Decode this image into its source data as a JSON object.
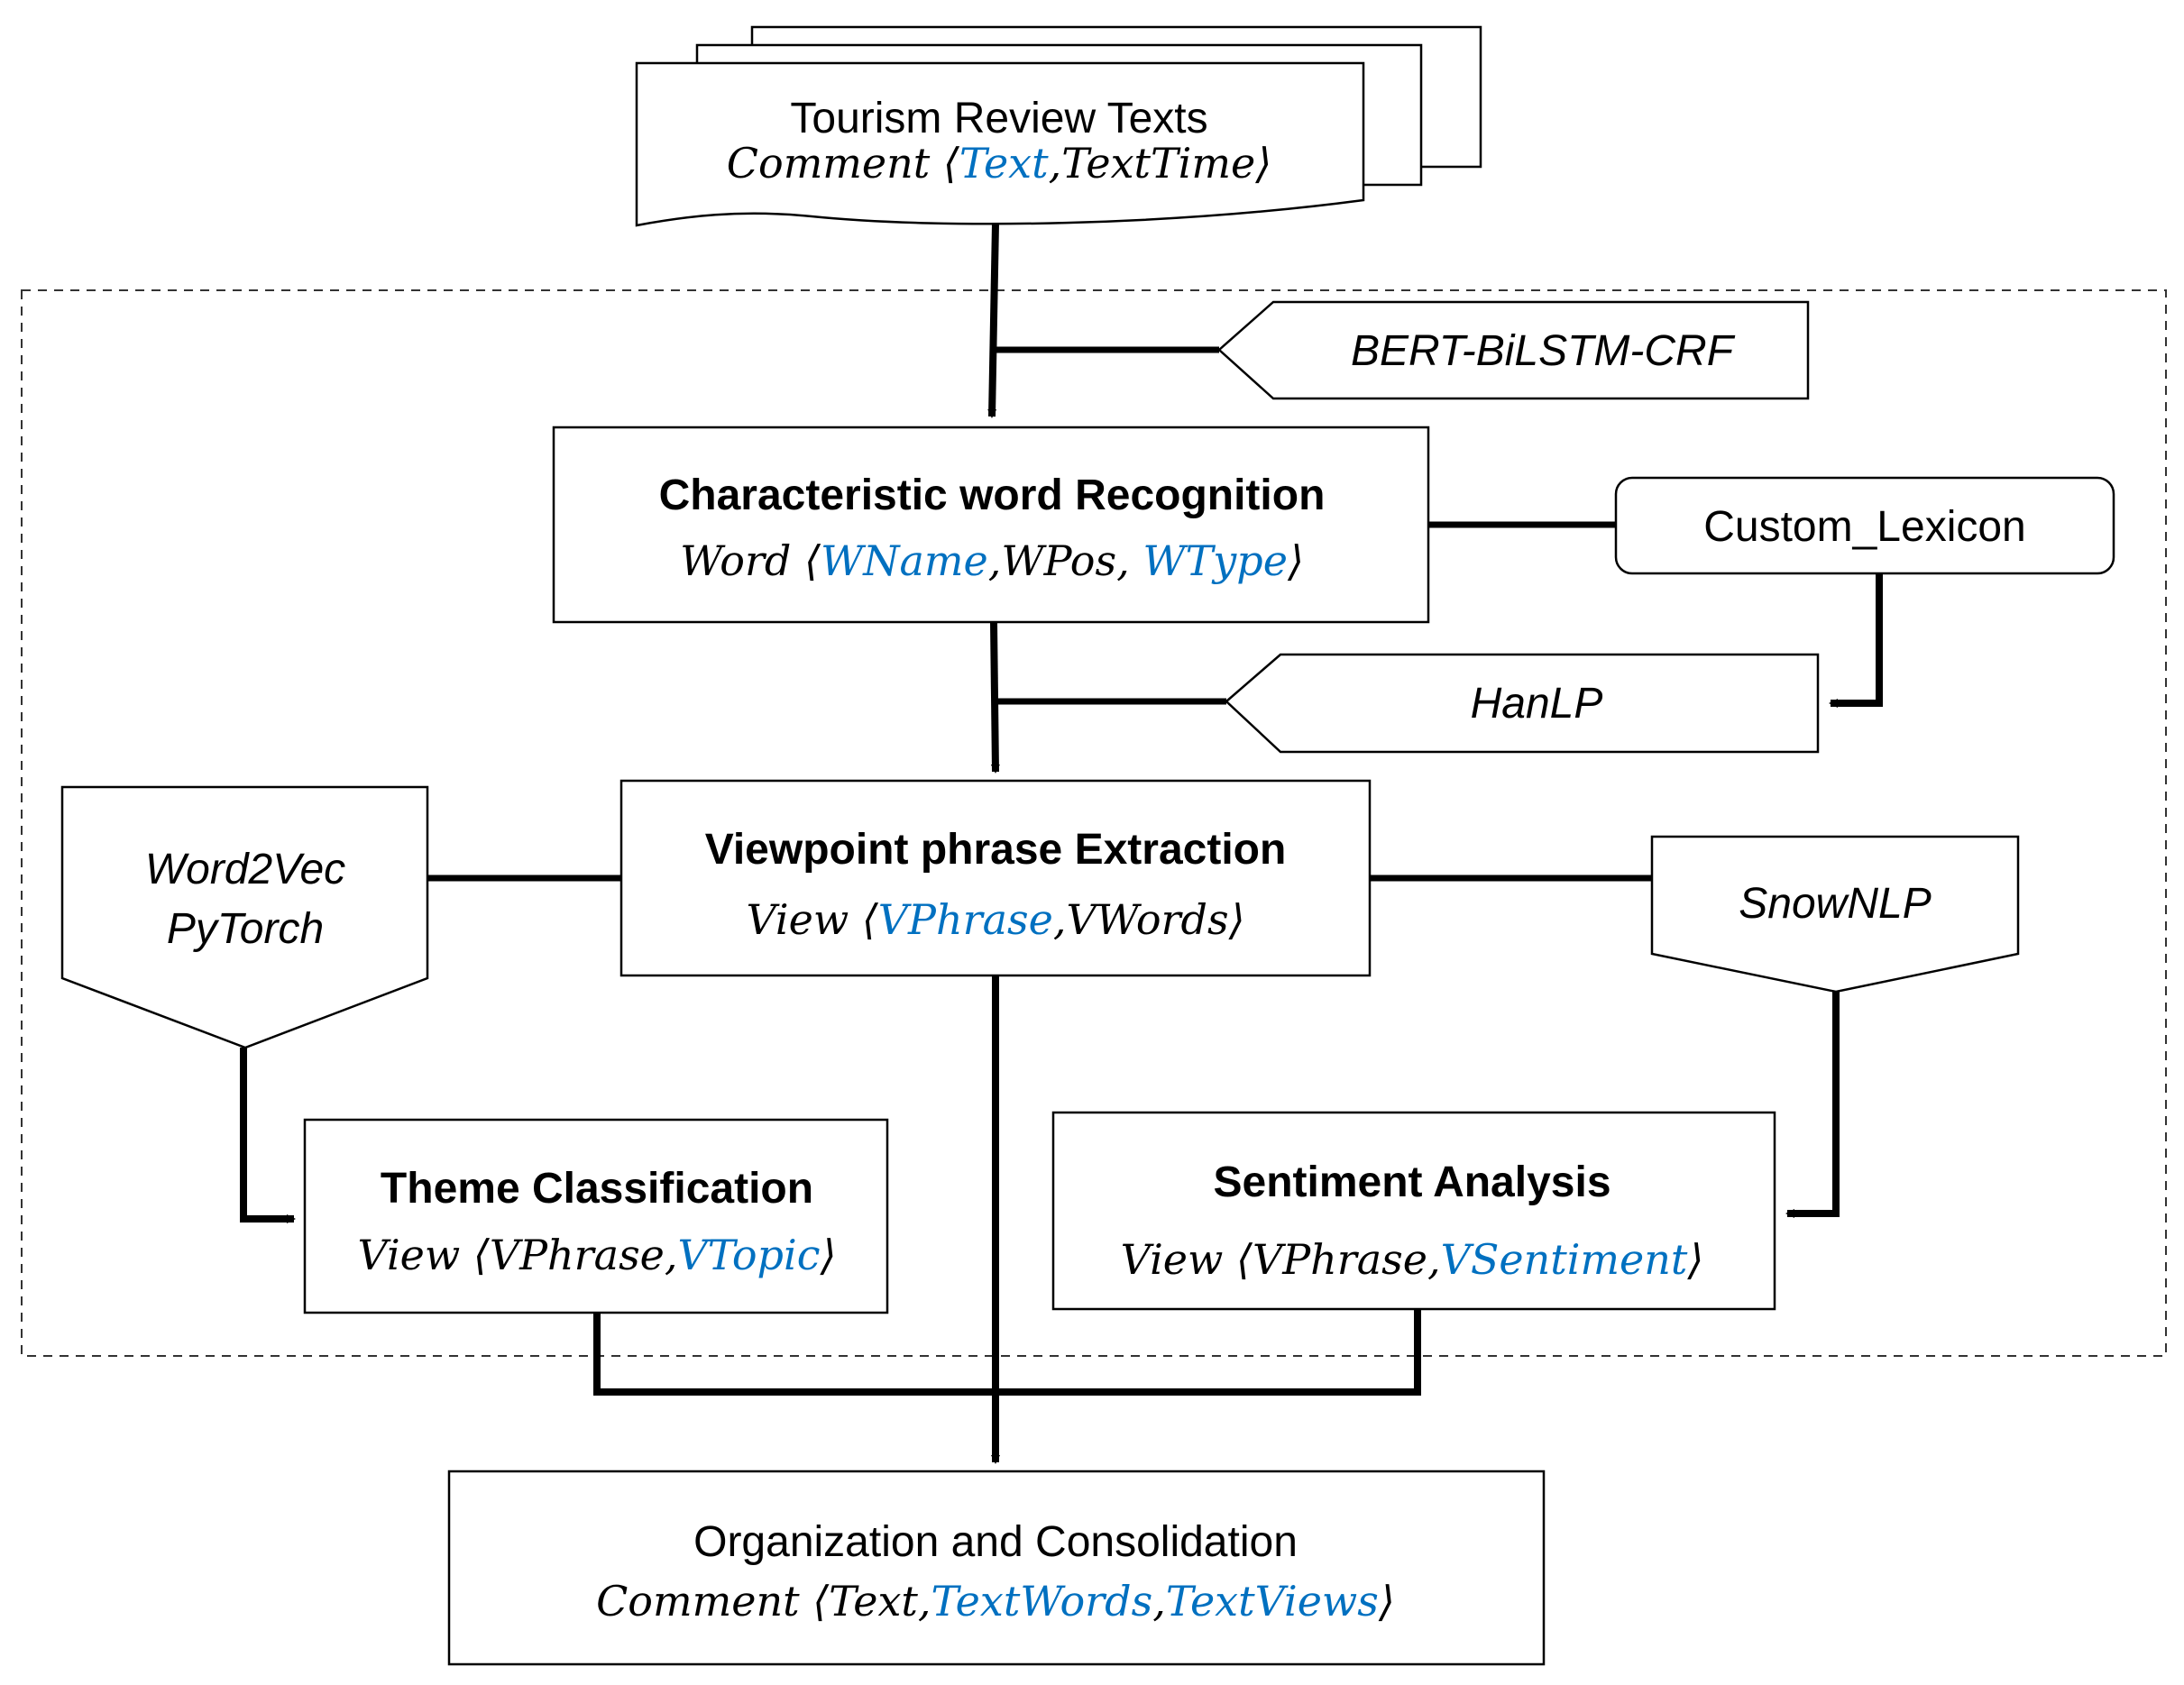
{
  "source": {
    "title": "Tourism Review Texts",
    "entity": "Comment",
    "fields": [
      {
        "name": "Text",
        "highlight": true
      },
      {
        "name": "TextTime",
        "highlight": false
      }
    ]
  },
  "tools": {
    "bert": "BERT-BiLSTM-CRF",
    "custom_lexicon": "Custom_Lexicon",
    "hanlp": "HanLP",
    "word2vec_line1": "Word2Vec",
    "word2vec_line2": "PyTorch",
    "snownlp": "SnowNLP"
  },
  "steps": {
    "recognition": {
      "title": "Characteristic word Recognition",
      "entity": "Word",
      "fields": [
        {
          "name": "WName",
          "highlight": true
        },
        {
          "name": "WPos",
          "highlight": false
        },
        {
          "name": "WType",
          "highlight": true
        }
      ]
    },
    "extraction": {
      "title": "Viewpoint phrase Extraction",
      "entity": "View",
      "fields": [
        {
          "name": "VPhrase",
          "highlight": true
        },
        {
          "name": "VWords",
          "highlight": false
        }
      ]
    },
    "theme": {
      "title": "Theme Classification",
      "entity": "View",
      "fields": [
        {
          "name": "VPhrase",
          "highlight": false
        },
        {
          "name": "VTopic",
          "highlight": true
        }
      ]
    },
    "sentiment": {
      "title": "Sentiment Analysis",
      "entity": "View",
      "fields": [
        {
          "name": "VPhrase",
          "highlight": false
        },
        {
          "name": "VSentiment",
          "highlight": true
        }
      ]
    },
    "organization": {
      "title": "Organization and Consolidation",
      "entity": "Comment",
      "fields": [
        {
          "name": "Text",
          "highlight": false
        },
        {
          "name": "TextWords",
          "highlight": true
        },
        {
          "name": "TextViews",
          "highlight": true
        }
      ]
    }
  },
  "colors": {
    "highlight": "#0070c0",
    "stroke": "#000000"
  }
}
